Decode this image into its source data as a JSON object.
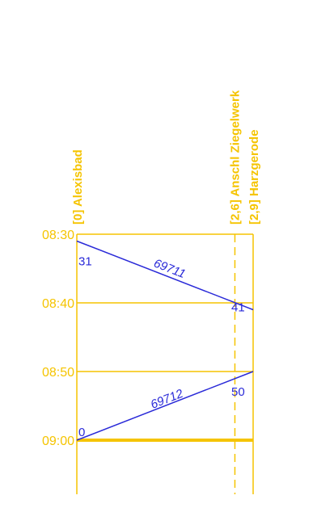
{
  "colors": {
    "grid": "#f5c400",
    "train": "#2a2ad8",
    "background": "#ffffff"
  },
  "stations": [
    {
      "label": "[0] Alexisbad",
      "km": 0,
      "style": "solid"
    },
    {
      "label": "[2,6] Anschl Ziegelwerk",
      "km": 2.6,
      "style": "dashed"
    },
    {
      "label": "[2,9] Harzgerode",
      "km": 2.9,
      "style": "solid"
    }
  ],
  "times": [
    "08:30",
    "08:40",
    "08:50",
    "09:00"
  ],
  "trains": [
    {
      "number": "69711",
      "from": {
        "km": 0,
        "minute": 31,
        "label": "31"
      },
      "to": {
        "km": 2.9,
        "minute": 41,
        "label": "41"
      }
    },
    {
      "number": "69712",
      "from": {
        "km": 0,
        "minute": 60,
        "label": "0"
      },
      "to": {
        "km": 2.9,
        "minute": 50,
        "label": "50"
      }
    }
  ],
  "chart_data": {
    "type": "line",
    "x_unit": "km",
    "y_unit": "time",
    "ylim": [
      "08:30",
      "09:00"
    ],
    "series": [
      {
        "name": "69711",
        "points": [
          [
            0,
            "08:31"
          ],
          [
            2.9,
            "08:41"
          ]
        ]
      },
      {
        "name": "69712",
        "points": [
          [
            0,
            "09:00"
          ],
          [
            2.9,
            "08:50"
          ]
        ]
      }
    ]
  }
}
